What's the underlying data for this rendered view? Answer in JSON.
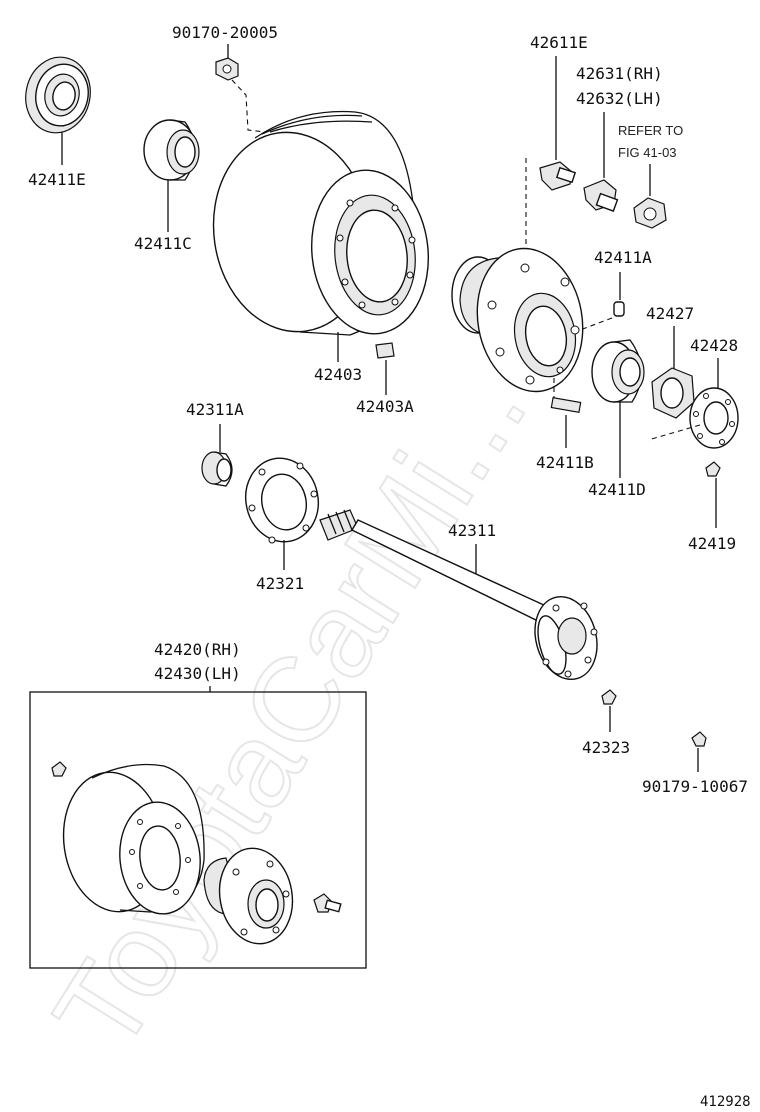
{
  "watermark": "ToyotaCarMi...",
  "reference_note": {
    "line1": "REFER TO",
    "line2": "FIG 41-03"
  },
  "parts": {
    "nut_top": "90170-20005",
    "oil_seal_outer": "42411E",
    "inner_bearing": "42411C",
    "drum": "42403",
    "drum_plug": "42403A",
    "hub_bolt": "42611E",
    "hub_nut_rh": "42631(RH)",
    "hub_nut_lh": "42632(LH)",
    "pin": "42411A",
    "lock_nut_plate": "42427",
    "lock_washer": "42428",
    "hub_stud": "42411B",
    "outer_bearing": "42411D",
    "screw": "42419",
    "oil_seal_inner": "42311A",
    "gasket": "42321",
    "axle_shaft": "42311",
    "cone_washer": "42323",
    "nut_bottom": "90179-10067",
    "assy_rh": "42420(RH)",
    "assy_lh": "42430(LH)"
  },
  "figure_id": "412928"
}
